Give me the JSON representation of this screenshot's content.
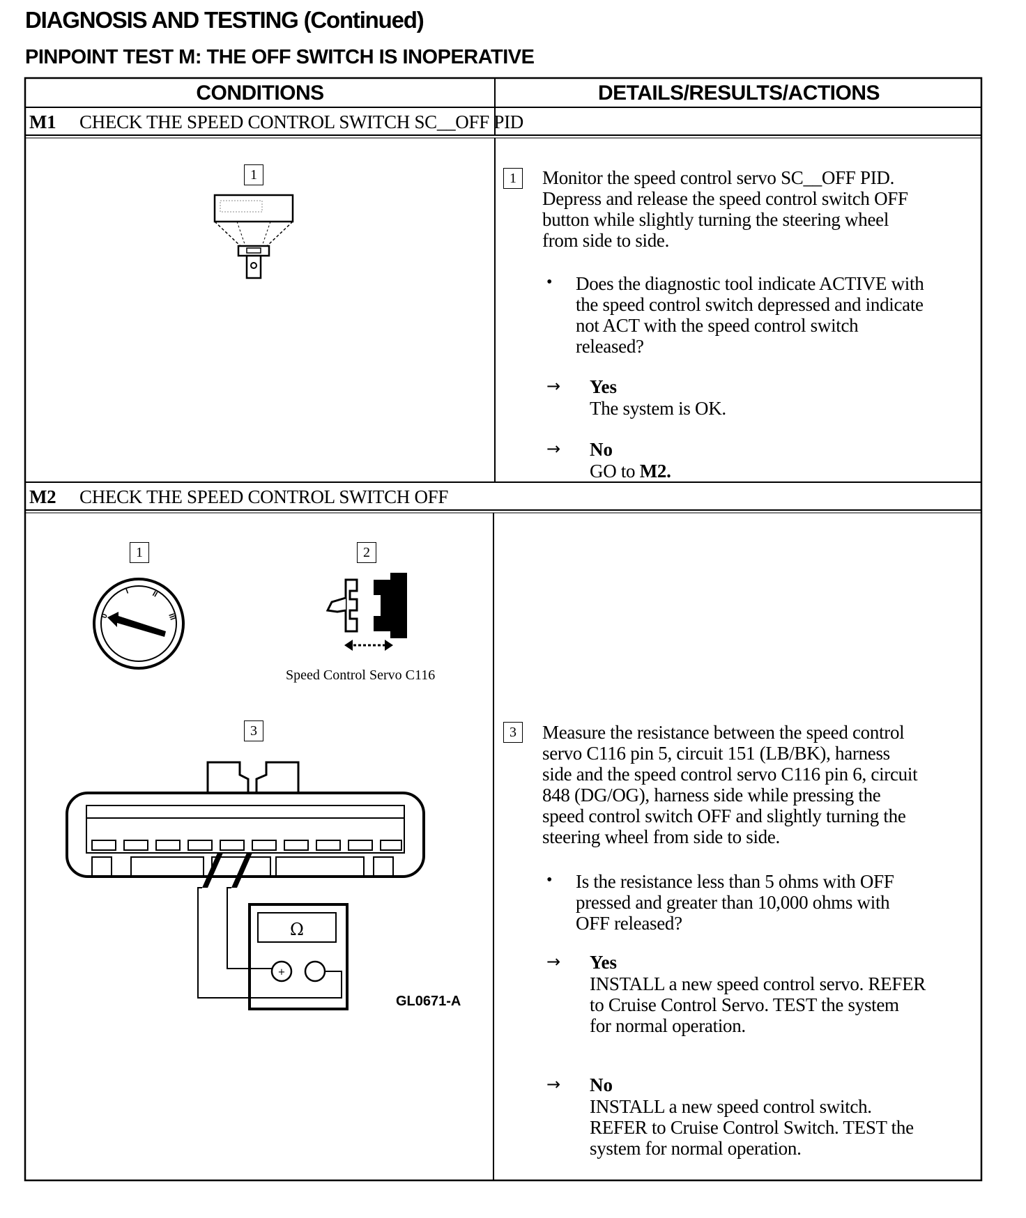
{
  "page": {
    "title": "DIAGNOSIS AND TESTING (Continued)",
    "test_title": "PINPOINT TEST M: THE OFF SWITCH IS INOPERATIVE"
  },
  "table": {
    "col_conditions": "CONDITIONS",
    "col_details": "DETAILS/RESULTS/ACTIONS"
  },
  "m1": {
    "id": "M1",
    "title": "CHECK THE SPEED CONTROL SWITCH SC__OFF PID",
    "figure_callout": "1",
    "callout": "1",
    "lines": [
      "Monitor the speed control servo SC__OFF PID.",
      "Depress and release the speed control switch OFF",
      "button while slightly turning the steering wheel",
      "from side to side."
    ],
    "question_lines": [
      "Does the diagnostic tool indicate ACTIVE with",
      "the speed control switch depressed and indicate",
      "not ACT with the speed control switch",
      "released?"
    ],
    "yes_label": "Yes",
    "yes_action": "The system is OK.",
    "no_label": "No",
    "no_action_prefix": "GO to ",
    "no_action_target": "M2."
  },
  "m2": {
    "id": "M2",
    "title": "CHECK THE SPEED CONTROL SWITCH OFF",
    "figure": {
      "callout_1": "1",
      "callout_2": "2",
      "callout_3": "3",
      "ignition_marks": [
        "0",
        "I",
        "II",
        "III"
      ],
      "connector_caption": "Speed Control Servo C116",
      "meter_symbol": "Ω",
      "meter_plus": "+",
      "figure_code": "GL0671-A"
    },
    "callout": "3",
    "lines": [
      "Measure the resistance between the speed control",
      "servo C116 pin 5, circuit 151 (LB/BK), harness",
      "side and the speed control servo C116 pin 6, circuit",
      "848 (DG/OG), harness side while pressing the",
      "speed control switch OFF and slightly turning the",
      "steering wheel from side to side."
    ],
    "question_lines": [
      "Is the resistance less than 5 ohms with OFF",
      "pressed and greater than 10,000 ohms with",
      "OFF released?"
    ],
    "yes_label": "Yes",
    "yes_lines": [
      "INSTALL a new speed control servo. REFER",
      "to Cruise Control Servo. TEST the system",
      "for normal operation."
    ],
    "no_label": "No",
    "no_lines": [
      "INSTALL a new speed control switch.",
      "REFER to Cruise Control Switch. TEST the",
      "system for normal operation."
    ]
  }
}
